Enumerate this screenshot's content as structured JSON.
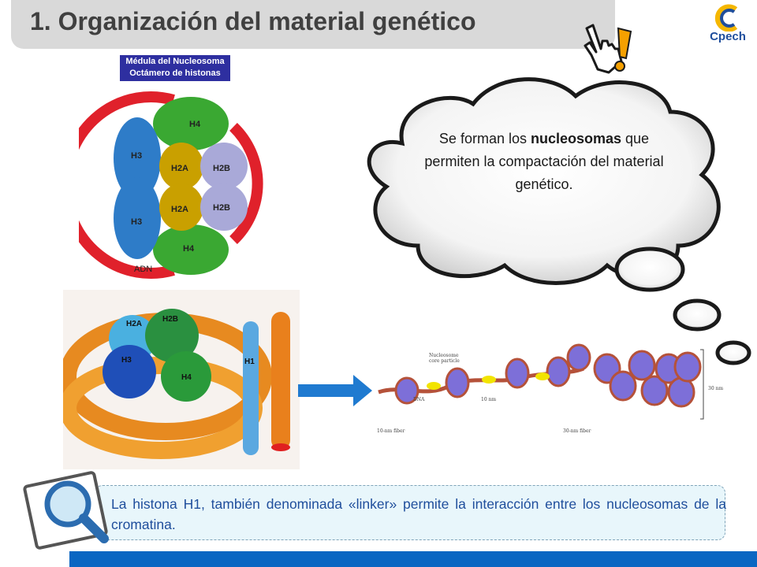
{
  "header": {
    "title": "1. Organización del material genético"
  },
  "logo": {
    "text": "Cpech",
    "color": "#1f4e9c"
  },
  "diagram": {
    "label_line1": "Médula del Nucleosoma",
    "label_line2": "Octámero de histonas",
    "histones": [
      "H4",
      "H3",
      "H2A",
      "H2B",
      "H3",
      "H2A",
      "H2B",
      "H4"
    ],
    "dna_label": "ADN"
  },
  "model3d": {
    "labels": [
      "H2A",
      "H2B",
      "H3",
      "H4",
      "H1"
    ]
  },
  "fiber": {
    "nucleosome_label_1": "Nucleosome",
    "nucleosome_label_2": "core particle",
    "dna_label": "DNA",
    "nm10": "10 nm",
    "nm30": "30 nm",
    "fiber10": "10-nm fiber",
    "fiber30": "30-nm fiber"
  },
  "cloud": {
    "text_before": "Se forman los ",
    "text_bold": "nucleosomas",
    "text_after": " que permiten la compactación del material genético."
  },
  "note": {
    "text": "La histona H1, también denominada «linker» permite la interacción entre los nucleosomas de la cromatina."
  },
  "colors": {
    "title_bar": "#d9d9d9",
    "bottom_bar": "#0a66c2",
    "note_text": "#1f4e9c"
  }
}
